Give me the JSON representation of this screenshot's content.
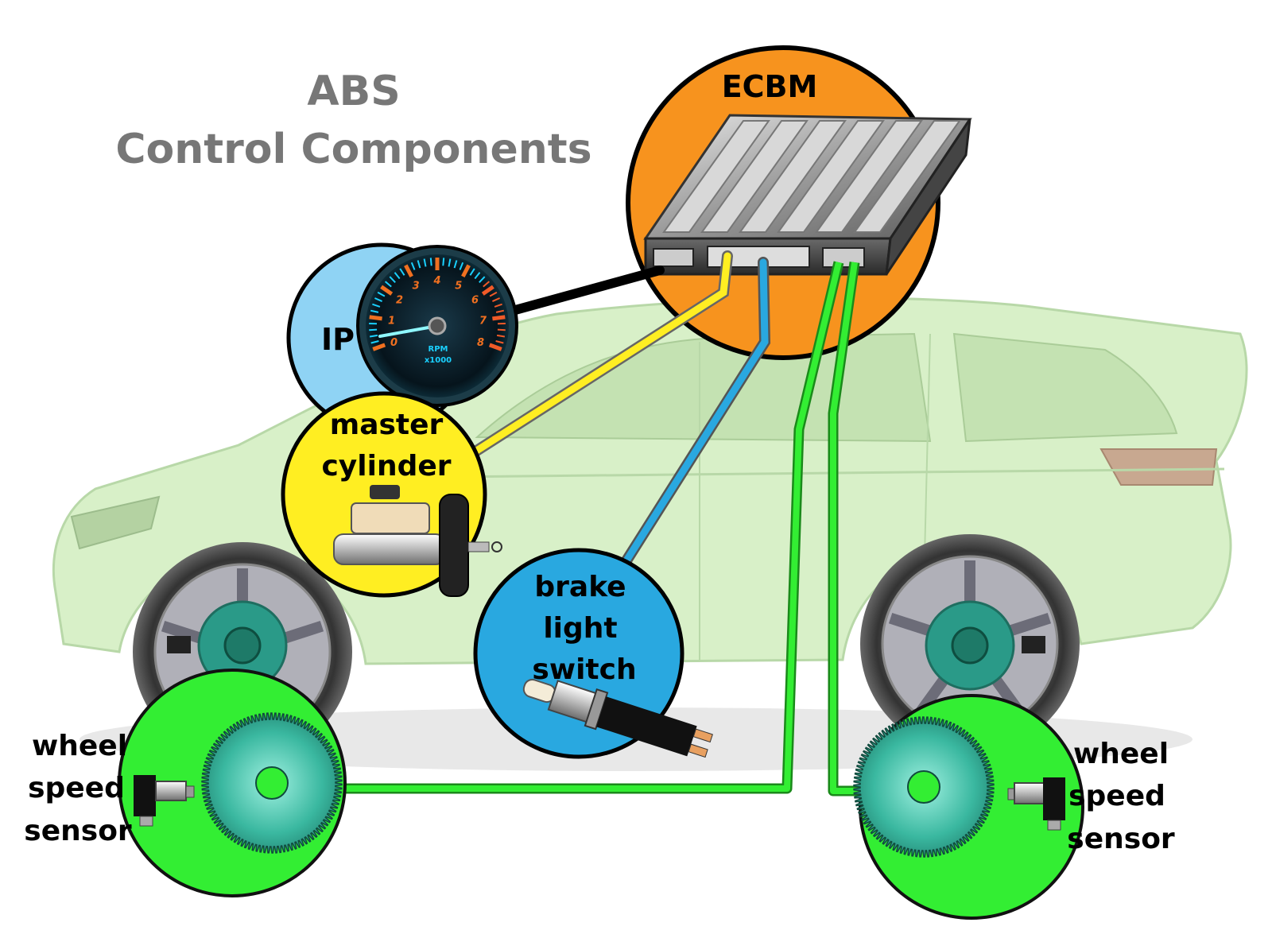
{
  "title": {
    "line1": "ABS",
    "line2": "Control Components"
  },
  "components": {
    "ecbm": {
      "label": "ECBM",
      "color": "#f7931e"
    },
    "ip": {
      "label": "IP",
      "color": "#8fd3f4"
    },
    "master_cylinder": {
      "line1": "master",
      "line2": "cylinder",
      "color": "#ffee22"
    },
    "brake_light_switch": {
      "line1": "brake",
      "line2": "light",
      "line3": "switch",
      "color": "#29a8e0"
    },
    "wheel_speed_sensor_left": {
      "line1": "wheel",
      "line2": "speed",
      "line3": "sensor",
      "color": "#33ee33"
    },
    "wheel_speed_sensor_right": {
      "line1": "wheel",
      "line2": "speed",
      "line3": "sensor",
      "color": "#33ee33"
    }
  },
  "gauge": {
    "numbers": [
      "0",
      "1",
      "2",
      "3",
      "4",
      "5",
      "6",
      "7",
      "8"
    ],
    "unit_line1": "RPM",
    "unit_line2": "x1000"
  },
  "wires": {
    "ip_color": "#000000",
    "master_cylinder_color": "#ffee22",
    "brake_switch_color": "#29a8e0",
    "wheel_sensor_color": "#33ee33"
  },
  "car_color": "#d8f0c8"
}
